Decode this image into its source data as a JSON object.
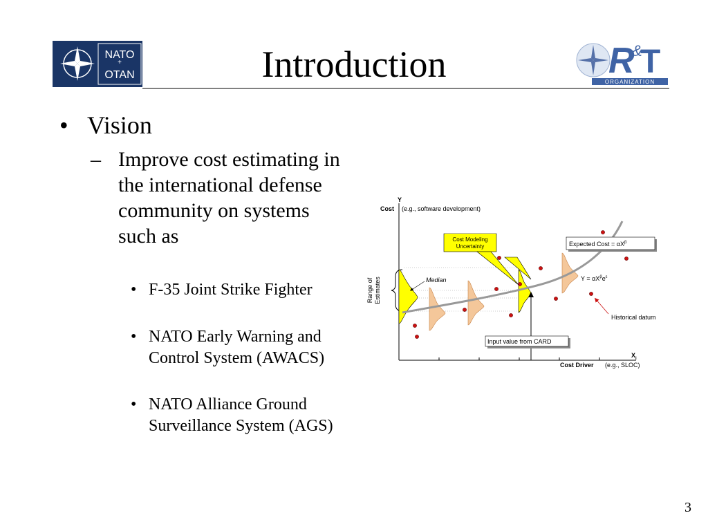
{
  "slide": {
    "title": "Introduction",
    "page_number": "3"
  },
  "logos": {
    "left": {
      "line1": "NATO",
      "line2": "OTAN"
    },
    "right": {
      "text": "ORGANIZATION"
    }
  },
  "content": {
    "level1": "Vision",
    "level2": "Improve cost estimating in the international defense community on systems such as",
    "level3": [
      "F-35 Joint Strike Fighter",
      "NATO Early Warning and Control System (AWACS)",
      "NATO Alliance Ground Surveillance System (AGS)"
    ]
  },
  "diagram": {
    "y_axis_letter": "Y",
    "y_axis_bold": "Cost",
    "y_axis_rest": "(e.g., software development)",
    "x_axis_letter": "X",
    "x_axis_sub": "i",
    "x_axis_bold": "Cost Driver",
    "x_axis_rest": "(e.g., SLOC)",
    "range_label_1": "Range of",
    "range_label_2": "Estimates",
    "median_label": "Median",
    "cost_modeling_1": "Cost Modeling",
    "cost_modeling_2": "Uncertainty",
    "expected_cost": "Expected Cost = αX",
    "expected_cost_sup": "β",
    "equation_main": "Y = αX",
    "equation_sup1": "β",
    "equation_e": "e",
    "equation_sup2": "ε",
    "historical_datum": "Historical datum",
    "input_value": "Input value from CARD",
    "colors": {
      "points": "#cc1111",
      "curve": "#999999",
      "highlight": "#ffff00",
      "distribution": "#f4c79a"
    }
  }
}
